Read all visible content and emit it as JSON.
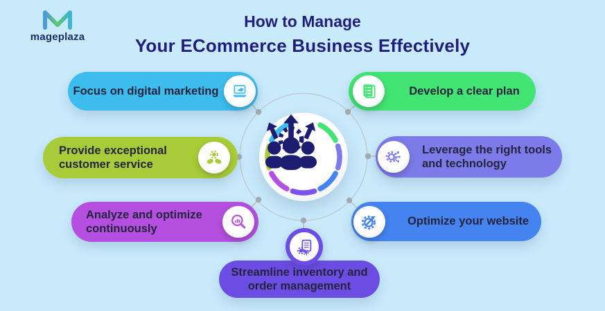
{
  "canvas": {
    "background": "#c8eafb"
  },
  "logo": {
    "brand": "mageplaza",
    "text_color": "#1c2a66",
    "m_colors": [
      "#4a9bd8",
      "#5fc86f",
      "#3fb3d6"
    ]
  },
  "title": {
    "line1": "How to Manage",
    "line2": "Your ECommerce Business Effectively",
    "color": "#211e7b"
  },
  "center": {
    "icon": "team-growth-icon",
    "icon_color": "#1c1c70",
    "ring_segments": [
      {
        "angle": 45,
        "color": "#43e473"
      },
      {
        "angle": 90,
        "color": "#7d7ae9"
      },
      {
        "angle": 135,
        "color": "#4483f0"
      },
      {
        "angle": 180,
        "color": "#7c52ee"
      },
      {
        "angle": 225,
        "color": "#b44fe0"
      },
      {
        "angle": 270,
        "color": "#a8cc38"
      },
      {
        "angle": 315,
        "color": "#3dbcee"
      }
    ]
  },
  "connectors": {
    "line_color": "#b3b9bd",
    "dot_color": "#a6abb0",
    "orbit_color": "#bfc6ca"
  },
  "items": [
    {
      "label": "Focus on digital marketing",
      "color": "#3dbcee",
      "icon": "laptop-megaphone-icon"
    },
    {
      "label": "Provide exceptional customer service",
      "color": "#a8cc38",
      "icon": "hands-gear-icon"
    },
    {
      "label": "Analyze and optimize continuously",
      "color": "#b44fe0",
      "icon": "magnifier-chart-icon"
    },
    {
      "label": "Develop a clear plan",
      "color": "#43e473",
      "icon": "checklist-icon"
    },
    {
      "label": "Leverage the right tools and technology",
      "color": "#7d7ae9",
      "icon": "gear-circuit-icon"
    },
    {
      "label": "Optimize your website",
      "color": "#4483f0",
      "icon": "gear-arrow-icon"
    },
    {
      "label": "Streamline inventory and order management",
      "color": "#6c4de4",
      "icon": "document-gears-icon"
    }
  ],
  "text_color": "#24243d"
}
